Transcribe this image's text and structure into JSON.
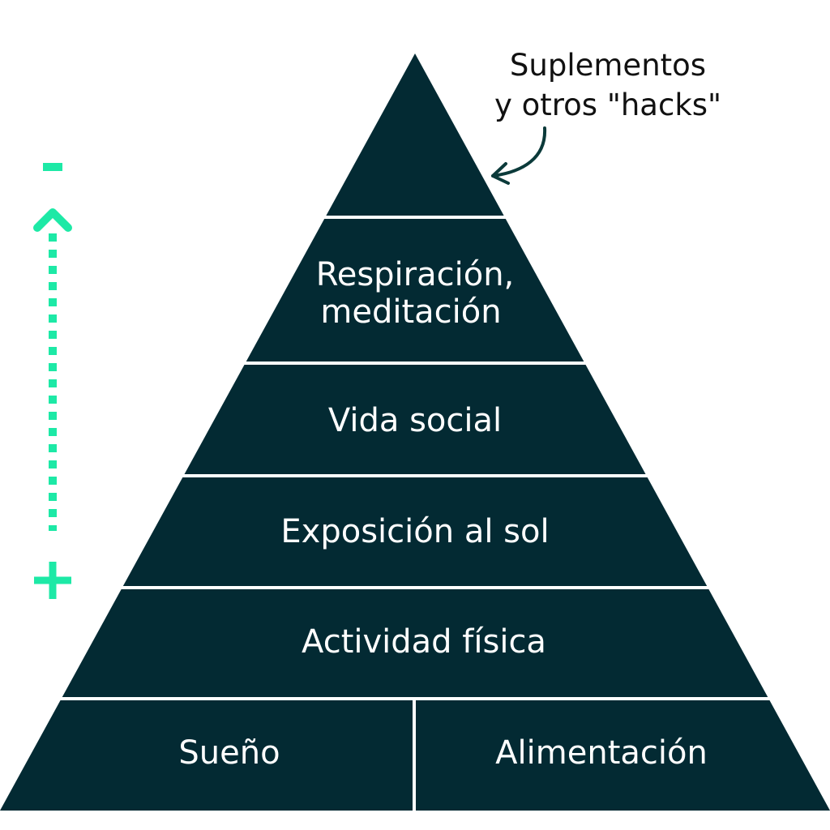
{
  "colors": {
    "pyramid": "#032a33",
    "accent": "#1de9a6",
    "divider": "#ffffff",
    "text": "#111111"
  },
  "annotation": {
    "line1": "Suplementos",
    "line2": "y otros \"hacks\""
  },
  "scale": {
    "top_symbol": "-",
    "bottom_symbol": "+"
  },
  "levels": {
    "respiracion_line1": "Respiración,",
    "respiracion_line2": "meditación",
    "vida_social": "Vida social",
    "exposicion": "Exposición al sol",
    "actividad": "Actividad física",
    "sueno": "Sueño",
    "alimentacion": "Alimentación"
  }
}
